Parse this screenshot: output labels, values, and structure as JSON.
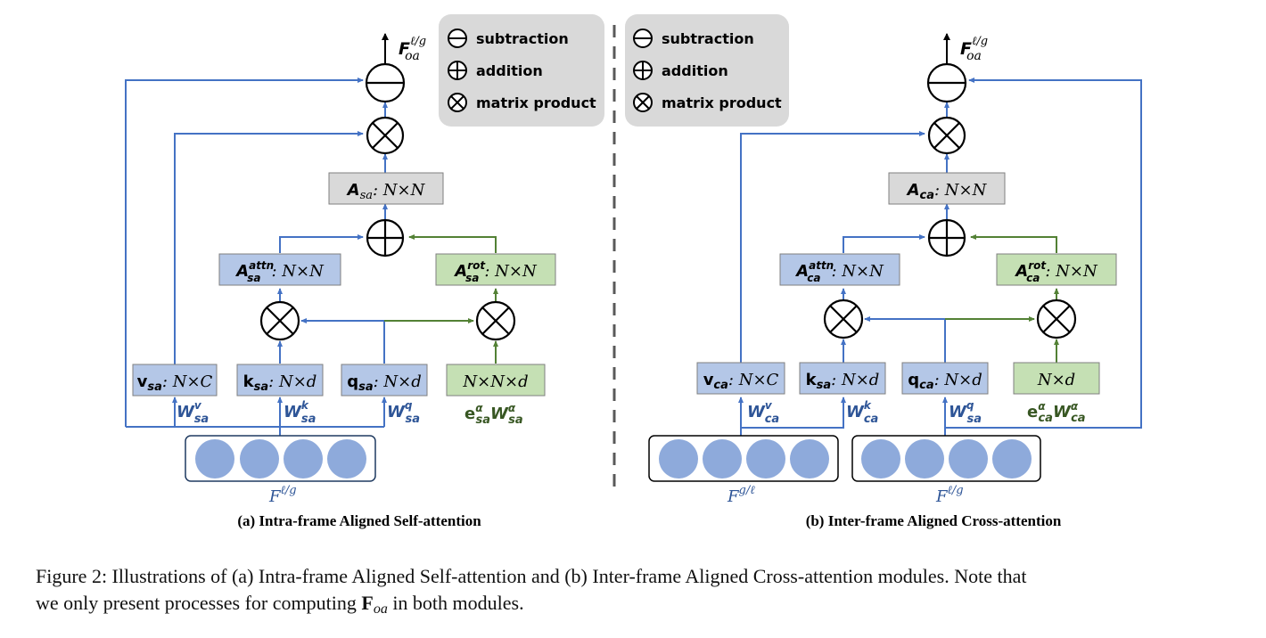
{
  "legend": {
    "subtraction": "subtraction",
    "addition": "addition",
    "matrix_product": "matrix product"
  },
  "panel_a": {
    "caption": "(a) Intra-frame Aligned Self-attention",
    "output": {
      "base": "F",
      "sup": "ℓ/g",
      "sub": "oa"
    },
    "A": {
      "base": "A",
      "sub": "sa",
      "suffix": ": N×N"
    },
    "A_attn": {
      "base": "A",
      "sub": "sa",
      "sup": "attn",
      "suffix": ": N×N"
    },
    "A_rot": {
      "base": "A",
      "sub": "sa",
      "sup": "rot",
      "suffix": ":  N×N"
    },
    "v": {
      "base": "v",
      "sub": "sa",
      "suffix": ": N×C"
    },
    "k": {
      "base": "k",
      "sub": "sa",
      "suffix": ": N×d"
    },
    "q": {
      "base": "q",
      "sub": "sa",
      "suffix": ": N×d"
    },
    "pos": "N×N×d",
    "Wv": {
      "base": "W",
      "sup": "v",
      "sub": "sa"
    },
    "Wk": {
      "base": "W",
      "sup": "k",
      "sub": "sa"
    },
    "Wq": {
      "base": "W",
      "sup": "q",
      "sub": "sa"
    },
    "e": {
      "e": "e",
      "e_sup": "α",
      "e_sub": "sa",
      "w": "W",
      "w_sup": "α",
      "w_sub": "sa"
    },
    "input": {
      "base": "F",
      "sup": "ℓ/g"
    }
  },
  "panel_b": {
    "caption": "(b) Inter-frame Aligned Cross-attention",
    "output": {
      "base": "F",
      "sup": "ℓ/g",
      "sub": "oa"
    },
    "A": {
      "base": "A",
      "sub": "ca",
      "suffix": ": N×N"
    },
    "A_attn": {
      "base": "A",
      "sub": "ca",
      "sup": "attn",
      "suffix": ": N×N"
    },
    "A_rot": {
      "base": "A",
      "sub": "ca",
      "sup": "rot",
      "suffix": ":  N×N"
    },
    "v": {
      "base": "v",
      "sub": "ca",
      "suffix": ": N×C"
    },
    "k": {
      "base": "k",
      "sub": "sa",
      "suffix": ": N×d"
    },
    "q": {
      "base": "q",
      "sub": "ca",
      "suffix": ": N×d"
    },
    "pos": "N×d",
    "Wv": {
      "base": "W",
      "sup": "v",
      "sub": "ca"
    },
    "Wk": {
      "base": "W",
      "sup": "k",
      "sub": "ca"
    },
    "Wq": {
      "base": "W",
      "sup": "q",
      "sub": "sa"
    },
    "e": {
      "e": "e",
      "e_sup": "α",
      "e_sub": "ca",
      "w": "W",
      "w_sup": "α",
      "w_sub": "ca"
    },
    "input_left": {
      "base": "F",
      "sup": "g/ℓ"
    },
    "input_right": {
      "base": "F",
      "sup": "ℓ/g"
    }
  },
  "figure_caption": {
    "line1": "Figure 2: Illustrations of (a) Intra-frame Aligned Self-attention and (b) Inter-frame Aligned Cross-attention modules. Note that",
    "line2_pre": "we only present processes for computing ",
    "line2_math_base": "F",
    "line2_math_sub": "oa",
    "line2_post": " in both modules."
  },
  "colors": {
    "blue_line": "#4472c4",
    "green_line": "#538135",
    "blue_box": "#b4c7e7",
    "green_box": "#c5e0b4",
    "gray_box": "#d9d9d9",
    "token": "#8eaadb",
    "legend_bg": "#d9d9d9",
    "label_blue": "#2e5597",
    "label_green": "#385723"
  }
}
